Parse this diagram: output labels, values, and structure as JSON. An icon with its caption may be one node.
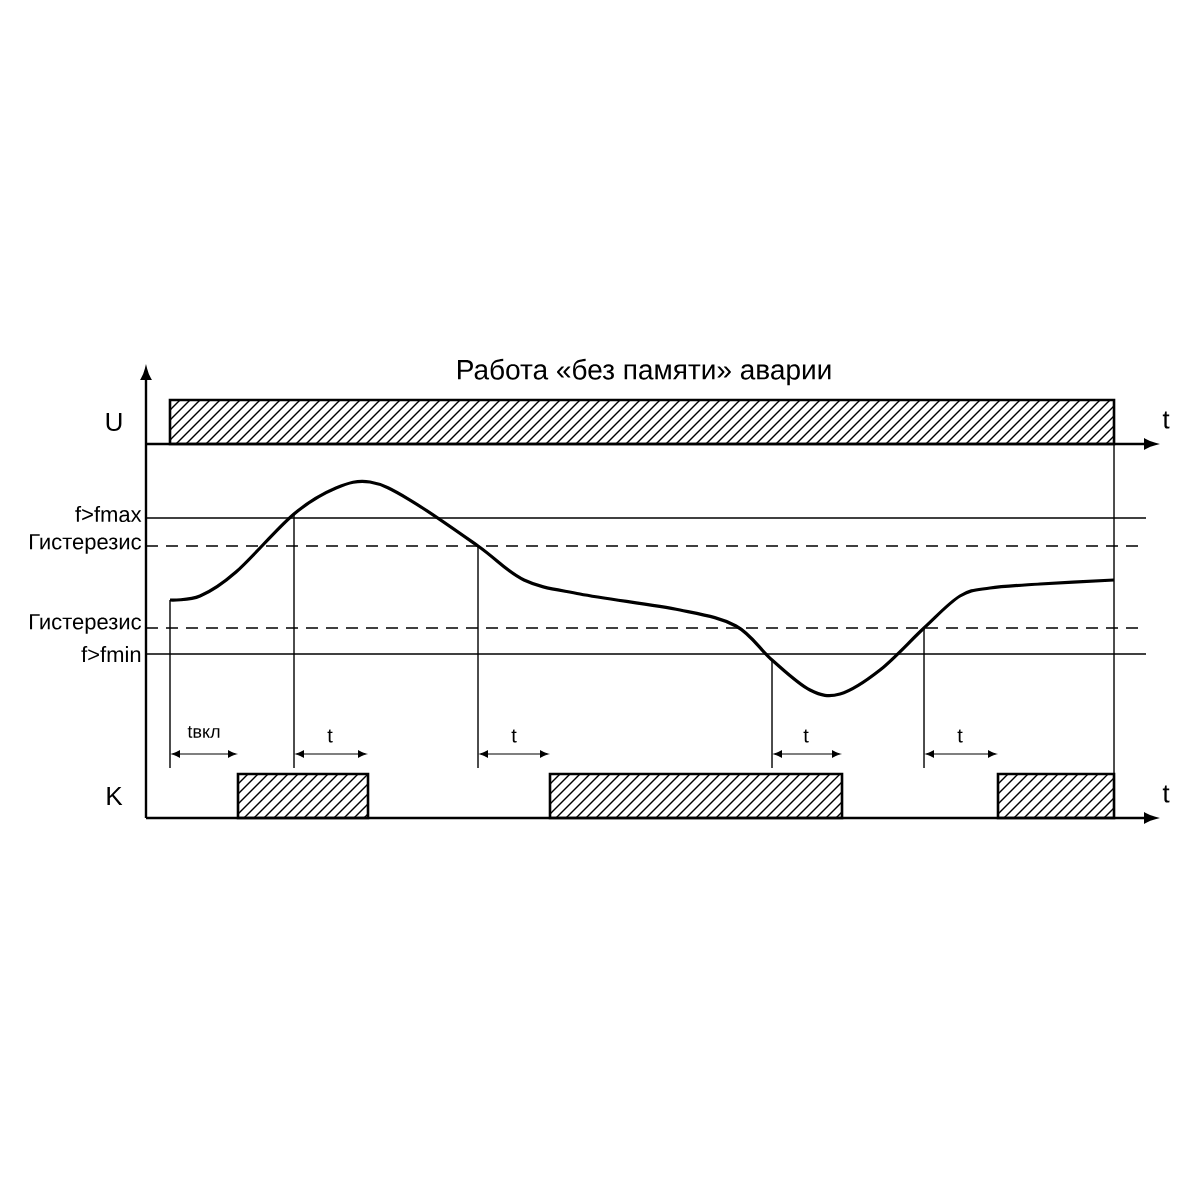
{
  "diagram": {
    "title": "Работа «без памяти» аварии",
    "labels": [
      "U",
      "t",
      "f>fmax",
      "Гистерезис",
      "Гистерезис",
      "f>fmin",
      "tвкл",
      "t",
      "t",
      "t",
      "t",
      "K",
      "t"
    ]
  }
}
